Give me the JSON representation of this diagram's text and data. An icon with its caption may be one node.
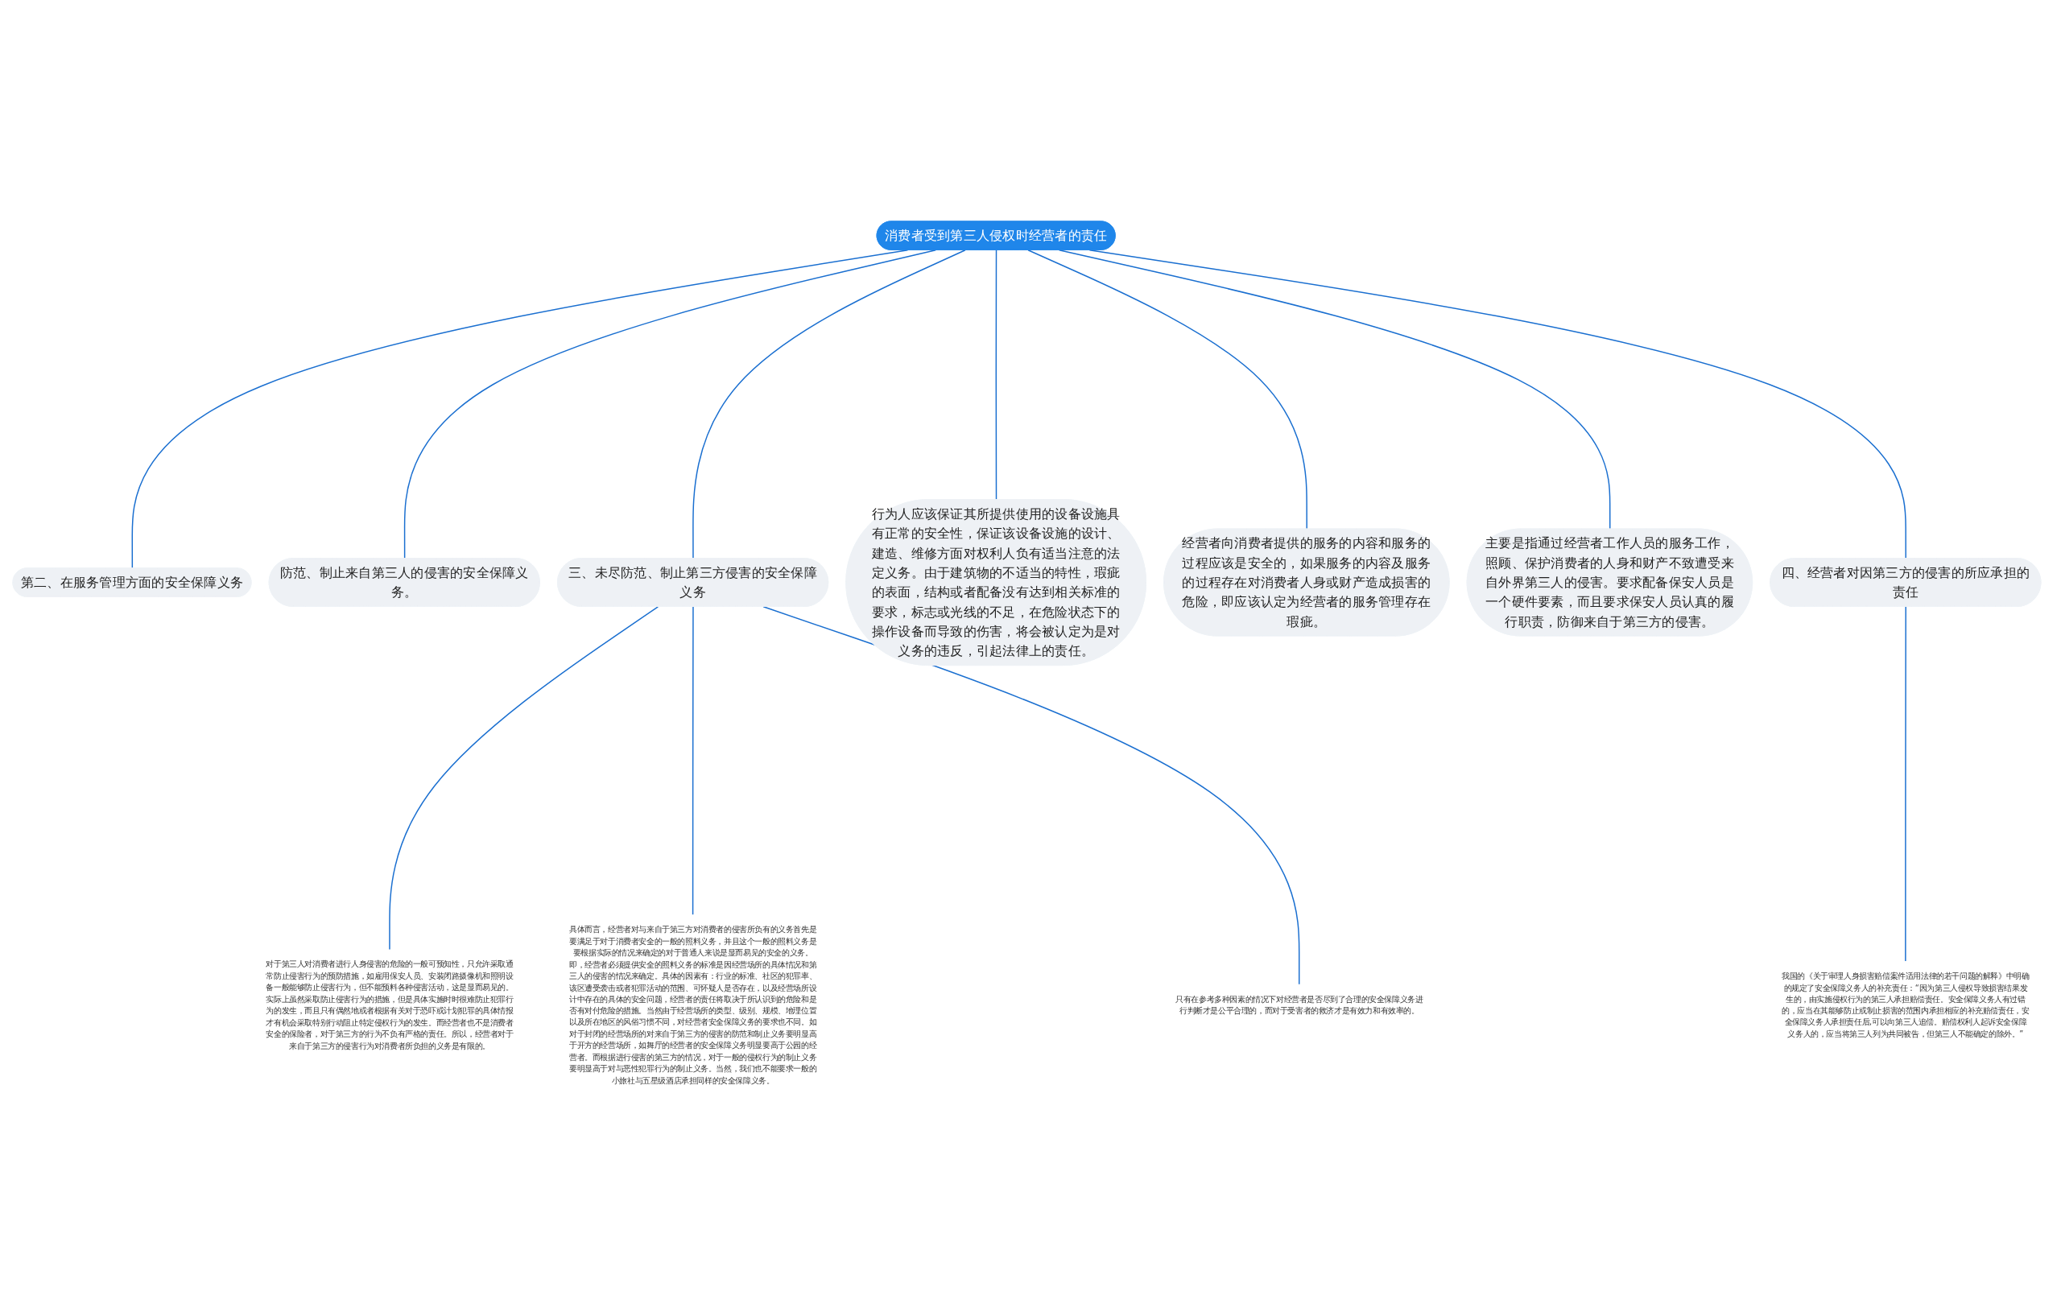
{
  "diagram": {
    "nodes": [
      {
        "text": [
          "消费者受到第三人侵权时经营者的责任"
        ]
      },
      {
        "text": [
          "第二、在服务管理方面的安全保障义务"
        ]
      },
      {
        "text": [
          "防范、制止来自第三人的侵害的安全保障义务。"
        ]
      },
      {
        "text": [
          "三、未尽防范、制止第三方侵害的安全保障义务"
        ]
      },
      {
        "text": [
          "对于第三人对消费者进行人身侵害的危险的一般可预知性，只允许采取通常防止侵害行为的预防措施，如雇用保安人员、安装闭路摄像机和照明设备一般能够防止侵害行为，但不能预料各种侵害活动，这是显而易见的。实际上虽然采取防止侵害行为的措施，但是具体实施时时很难防止犯罪行为的发生，而且只有偶然地或者根据有关对于恐吓或计划犯罪的具体情报才有机会采取特别行动阻止特定侵权行为的发生。而经营者也不是消费者安全的保险者，对于第三方的行为不负有严格的责任。所以，经营者对于来自于第三方的侵害行为对消费者所负担的义务是有限的。"
        ]
      },
      {
        "text": [
          "具体而言，经营者对与来自于第三方对消费者的侵害所负有的义务首先是要满足于对于消费者安全的一般的照料义务，并且这个一般的照料义务是要根据实际的情况来确定的对于普通人来说是显而易见的安全的义务。即，经营者必须提供安全的照料义务的标准是因经营场所的具体情况和第三人的侵害的情况来确定。具体的因素有：行业的标准、社区的犯罪率、该区遭受袭击或者犯罪活动的范围、可怀疑人是否存在，以及经营场所设计中存在的具体的安全问题，经营者的责任将取决于所认识到的危险和是否有对付危险的措施。当然由于经营场所的类型、级别、规模、地理位置以及所在地区的风俗习惯不同，对经营者安全保障义务的要求也不同。如对于封闭的经营场所的对来自于第三方的侵害的防范和制止义务要明显高于开方的经营场所，如舞厅的经营者的安全保障义务明显要高于公园的经营者。而根据进行侵害的第三方的情况，对于一般的侵权行为的制止义务要明显高于对与恶性犯罪行为的制止义务。当然，我们也不能要求一般的小旅社与五星级酒店承担同样的安全保障义务。"
        ]
      },
      {
        "text": [
          "只有在参考多种因素的情况下对经营者是否尽到了合理的安全保障义务进行判断才是公平合理的，而对于受害者的救济才是有效力和有效率的。"
        ]
      },
      {
        "text": [
          "行为人应该保证其所提供使用的设备设施具有正常的安全性，保证该设备设施的设计、建造、维修方面对权利人负有适当注意的法定义务。由于建筑物的不适当的特性，瑕疵的表面，结构或者配备没有达到相关标准的要求，标志或光线的不足，在危险状态下的操作设备而导致的伤害，将会被认定为是对义务的违反，引起法律上的责任。"
        ]
      },
      {
        "text": [
          "经营者向消费者提供的服务的内容和服务的过程应该是安全的，如果服务的内容及服务的过程存在对消费者人身或财产造成损害的危险，即应该认定为经营者的服务管理存在瑕疵。"
        ]
      },
      {
        "text": [
          "主要是指通过经营者工作人员的服务工作，照顾、保护消费者的人身和财产不致遭受来自外界第三人的侵害。要求配备保安人员是一个硬件要素，而且要求保安人员认真的履行职责，防御来自于第三方的侵害。"
        ]
      },
      {
        "text": [
          "四、经营者对因第三方的侵害的所应承担的责任"
        ]
      },
      {
        "text": [
          "我国的《关于审理人身损害赔偿案件适用法律的若干问题的解释》中明确的规定了安全保障义务人的补充责任：“因为第三人侵权导致损害结果发生的，由实施侵权行为的第三人承担赔偿责任。安全保障义务人有过错的，应当在其能够防止或制止损害的范围内承担相应的补充赔偿责任，安全保障义务人承担责任后,可以向第三人追偿。赔偿权利人起诉安全保障义务人的，应当将第三人列为共同被告，但第三人不能确定的除外。”"
        ]
      }
    ],
    "edges": [
      {
        "from": 0,
        "to": 1,
        "arrow": "none"
      },
      {
        "from": 0,
        "to": 2,
        "arrow": "none"
      },
      {
        "from": 0,
        "to": 3,
        "arrow": "none"
      },
      {
        "from": 3,
        "to": 4,
        "arrow": "none"
      },
      {
        "from": 3,
        "to": 5,
        "arrow": "none"
      },
      {
        "from": 3,
        "to": 6,
        "arrow": "none"
      },
      {
        "from": 0,
        "to": 7,
        "arrow": "none"
      },
      {
        "from": 0,
        "to": 8,
        "arrow": "none"
      },
      {
        "from": 0,
        "to": 9,
        "arrow": "none"
      },
      {
        "from": 0,
        "to": 10,
        "arrow": "none"
      },
      {
        "from": 10,
        "to": 11,
        "arrow": "none"
      }
    ]
  }
}
